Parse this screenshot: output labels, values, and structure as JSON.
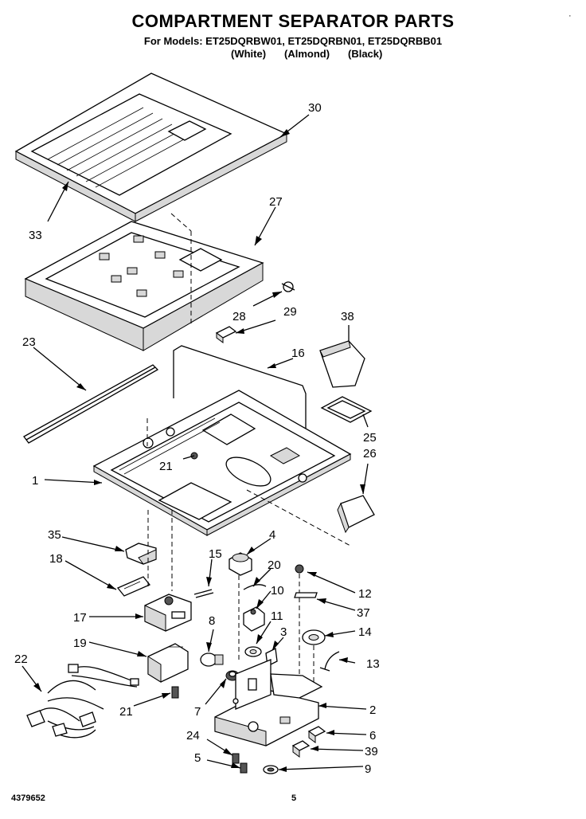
{
  "title": "COMPARTMENT SEPARATOR PARTS",
  "models_line": "For Models: ET25DQRBW01, ET25DQRBN01, ET25DQRBB01",
  "colors": [
    "(White)",
    "(Almond)",
    "(Black)"
  ],
  "corner_mark": "·",
  "footer": {
    "doc_number": "4379652",
    "page_number": "5"
  },
  "callouts": [
    "30",
    "27",
    "33",
    "28",
    "29",
    "38",
    "23",
    "16",
    "25",
    "21",
    "26",
    "1",
    "4",
    "35",
    "15",
    "20",
    "12",
    "18",
    "10",
    "37",
    "17",
    "8",
    "11",
    "14",
    "3",
    "19",
    "13",
    "22",
    "7",
    "2",
    "21",
    "24",
    "6",
    "39",
    "5",
    "9"
  ]
}
